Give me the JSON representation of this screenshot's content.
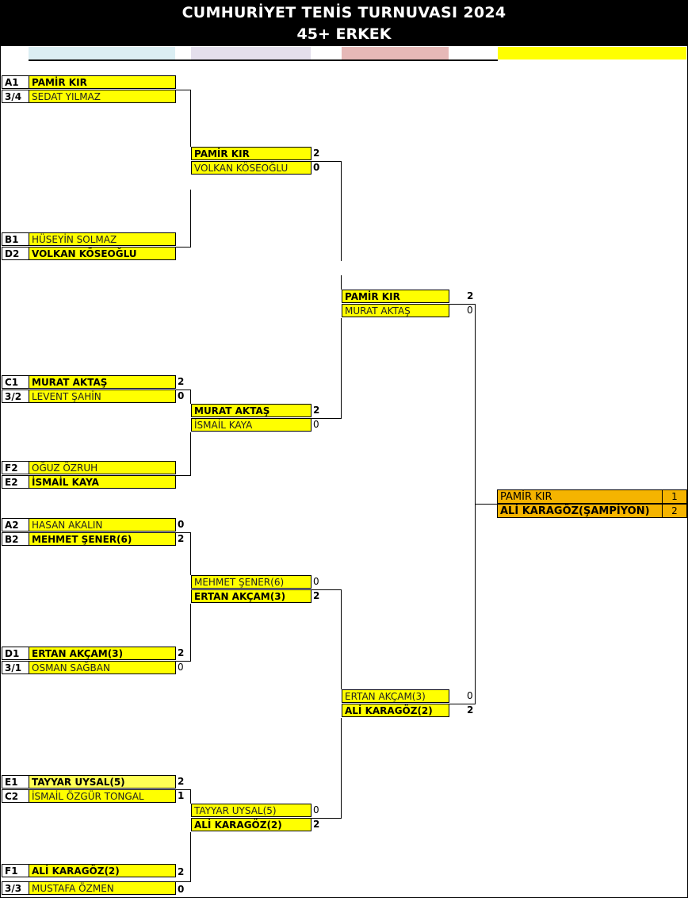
{
  "header": {
    "title": "CUMHURİYET TENİS TURNUVASI 2024",
    "subtitle": "45+ ERKEK"
  },
  "colors": {
    "strip1": "#dbeef3",
    "strip2": "#e4dfec",
    "strip3": "#e6b8b7",
    "strip4": "#ffff00",
    "player": "#ffff00",
    "final": "#f5b400"
  },
  "r1": [
    {
      "code1": "A1",
      "p1": "PAMİR KIR",
      "s1": "",
      "code2": "3/4",
      "p2": "SEDAT YILMAZ",
      "s2": ""
    },
    {
      "code1": "B1",
      "p1": "HÜSEYİN SOLMAZ",
      "s1": "",
      "code2": "D2",
      "p2": "VOLKAN KÖSEOĞLU",
      "s2": ""
    },
    {
      "code1": "C1",
      "p1": "MURAT AKTAŞ",
      "s1": "2",
      "code2": "3/2",
      "p2": "LEVENT ŞAHİN",
      "s2": "0"
    },
    {
      "code1": "F2",
      "p1": "OĞUZ ÖZRUH",
      "s1": "",
      "code2": "E2",
      "p2": "İSMAİL KAYA",
      "s2": ""
    },
    {
      "code1": "A2",
      "p1": "HASAN AKALIN",
      "s1": "0",
      "code2": "B2",
      "p2": "MEHMET ŞENER(6)",
      "s2": "2"
    },
    {
      "code1": "D1",
      "p1": "ERTAN AKÇAM(3)",
      "s1": "2",
      "code2": "3/1",
      "p2": "OSMAN SAĞBAN",
      "s2": "0"
    },
    {
      "code1": "E1",
      "p1": "TAYYAR UYSAL(5)",
      "s1": "2",
      "code2": "C2",
      "p2": "İSMAİL ÖZGÜR TONGAL",
      "s2": "1"
    },
    {
      "code1": "F1",
      "p1": "ALİ KARAGÖZ(2)",
      "s1": "2",
      "code2": "3/3",
      "p2": "MUSTAFA ÖZMEN",
      "s2": "0"
    }
  ],
  "r2": [
    {
      "p1": "PAMİR KIR",
      "s1": "2",
      "p2": "VOLKAN KÖSEOĞLU",
      "s2": "0"
    },
    {
      "p1": "MURAT AKTAŞ",
      "s1": "2",
      "p2": "İSMAİL KAYA",
      "s2": "0"
    },
    {
      "p1": "MEHMET ŞENER(6)",
      "s1": "0",
      "p2": "ERTAN AKÇAM(3)",
      "s2": "2"
    },
    {
      "p1": "TAYYAR UYSAL(5)",
      "s1": "0",
      "p2": "ALİ KARAGÖZ(2)",
      "s2": "2"
    }
  ],
  "r3": [
    {
      "p1": "PAMİR KIR",
      "s1": "2",
      "p2": "MURAT AKTAŞ",
      "s2": "0"
    },
    {
      "p1": "ERTAN AKÇAM(3)",
      "s1": "0",
      "p2": "ALİ KARAGÖZ(2)",
      "s2": "2"
    }
  ],
  "final": {
    "p1": "PAMİR KIR",
    "s1": "1",
    "p2": "ALİ KARAGÖZ(ŞAMPİYON)",
    "s2": "2"
  }
}
